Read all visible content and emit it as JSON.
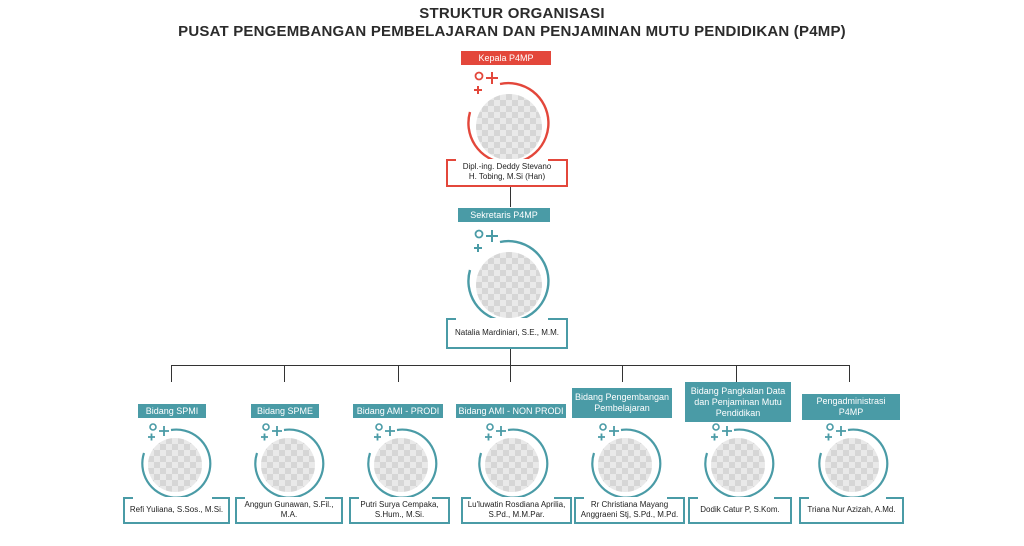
{
  "header": {
    "title_line1": "STRUKTUR ORGANISASI",
    "title_line2": "PUSAT PENGEMBANGAN PEMBELAJARAN DAN PENJAMINAN MUTU PENDIDIKAN (P4MP)"
  },
  "head": {
    "role": "Kepala P4MP",
    "name_line1": "Dipl.-ing. Deddy Stevano",
    "name_line2": "H. Tobing, M.Si (Han)",
    "color": "#e3473b"
  },
  "secretary": {
    "role": "Sekretaris P4MP",
    "name": "Natalia Mardiniari, S.E., M.M.",
    "color": "#4a9ba6"
  },
  "divisions": [
    {
      "role": "Bidang SPMI",
      "name": "Refi Yuliana, S.Sos., M.Si."
    },
    {
      "role": "Bidang SPME",
      "name": "Anggun Gunawan, S.Fil., M.A."
    },
    {
      "role": "Bidang AMI - PRODI",
      "name": "Putri Surya Cempaka, S.Hum., M.Si."
    },
    {
      "role": "Bidang AMI - NON PRODI",
      "name": "Lu'luwatin Rosdiana Aprilia, S.Pd., M.M.Par."
    },
    {
      "role": "Bidang Pengembangan Pembelajaran",
      "name": "Rr Christiana Mayang Anggraeni Stj, S.Pd., M.Pd."
    },
    {
      "role": "Bidang Pangkalan Data dan Penjaminan Mutu Pendidikan",
      "name": "Dodik Catur P, S.Kom."
    },
    {
      "role": "Pengadministrasi P4MP",
      "name": "Triana Nur Azizah, A.Md."
    }
  ]
}
